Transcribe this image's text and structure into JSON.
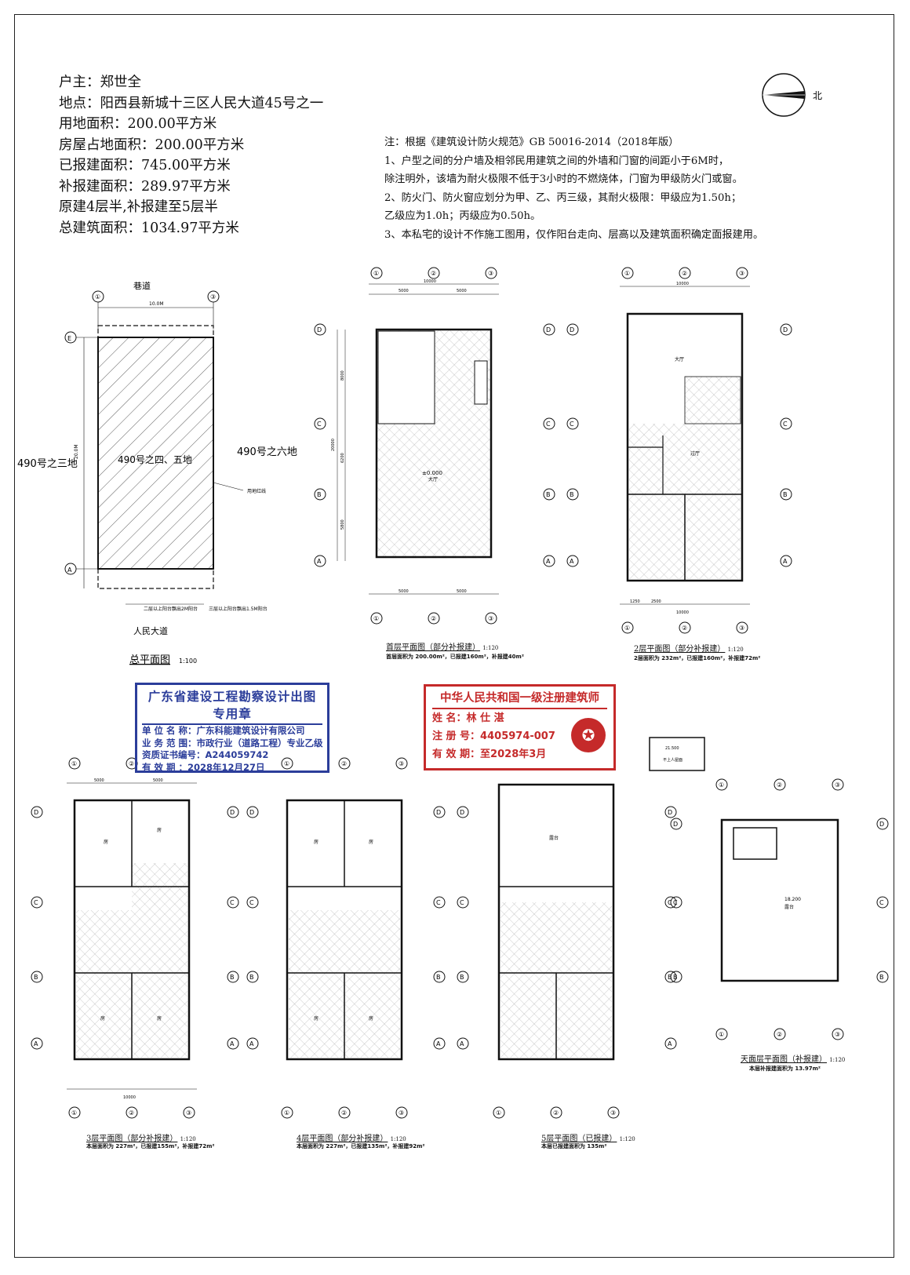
{
  "project": {
    "owner": "户主：郑世全",
    "location": "地点：阳西县新城十三区人民大道45号之一",
    "land_area": "用地面积：200.00平方米",
    "footprint_area": "房屋占地面积：200.00平方米",
    "reported_area": "已报建面积：745.00平方米",
    "supplement_area": "补报建面积：289.97平方米",
    "floors_note": "原建4层半,补报建至5层半",
    "total_area": "总建筑面积：1034.97平方米"
  },
  "notes": {
    "line1": "注：根据《建筑设计防火规范》GB 50016-2014（2018年版）",
    "line2": "1、户型之间的分户墙及相邻民用建筑之间的外墙和门窗的间距小于6M时，",
    "line3": "除注明外，该墙为耐火极限不低于3小时的不燃烧体，门窗为甲级防火门或窗。",
    "line4": "2、防火门、防火窗应划分为甲、乙、丙三级，其耐火极限：甲级应为1.50h；",
    "line5": "乙级应为1.0h；丙级应为0.50h。",
    "line6": "3、本私宅的设计不作施工图用，仅作阳台走向、层高以及建筑面积确定面报建用。"
  },
  "north_label": "北",
  "site_plan": {
    "top_road": "巷道",
    "bottom_road": "人民大道",
    "left_neighbor": "490号之三地",
    "right_neighbor": "490号之六地",
    "lot_label": "490号之四、五地",
    "boundary_label": "用地红线",
    "balcony_note_1": "二层以上阳台飘出2M阳台",
    "balcony_note_2": "三层以上阳台飘出1.5M阳台",
    "title": "总平面图",
    "scale": "1:100",
    "dim_top": "10.0M",
    "dim_side": "20.0M"
  },
  "grid": {
    "one": "①",
    "two": "②",
    "three": "③",
    "A": "A",
    "B": "B",
    "C": "C",
    "D": "D",
    "E": "E"
  },
  "dims": {
    "d10000": "10000",
    "d5000": "5000",
    "d20000": "20000",
    "d8000": "8000",
    "d6200": "6200",
    "d5800": "5800",
    "d1250": "1250",
    "d2500": "2500"
  },
  "floor1": {
    "title": "首层平面图（部分补报建）",
    "scale": "1:120",
    "sub": "首层面积为 200.00m²，已报建160m²，补报建40m²",
    "room": "大厅",
    "elev": "±0.000"
  },
  "floor2": {
    "title": "2层平面图（部分补报建）",
    "scale": "1:120",
    "sub": "2层面积为 232m²，已报建160m²，补报建72m²",
    "room": "大厅",
    "hall": "过厅"
  },
  "floor3": {
    "title": "3层平面图（部分补报建）",
    "scale": "1:120",
    "sub": "本层面积为 227m²，已报建155m²，补报建72m²",
    "room": "房"
  },
  "floor4": {
    "title": "4层平面图（部分补报建）",
    "scale": "1:120",
    "sub": "本层面积为 227m²，已报建135m²，补报建92m²",
    "room": "房"
  },
  "floor5": {
    "title": "5层平面图（已报建）",
    "scale": "1:120",
    "sub": "本层已报建面积为 135m²",
    "terrace": "露台"
  },
  "roof": {
    "title": "天面层平面图（补报建）",
    "scale": "1:120",
    "sub": "本层补报建面积为 13.97m²",
    "terrace": "露台",
    "elev": "18.200",
    "small_box": "不上人屋面",
    "small_elev": "21.500"
  },
  "stamp_blue": {
    "title": "广东省建设工程勘察设计出图专用章",
    "unit": "单 位 名 称：广东科能建筑设计有限公司",
    "scope": "业 务 范 围：市政行业（道路工程）专业乙级",
    "cert": "资质证书编号：A244059742",
    "valid": "有 效 期 ：2028年12月27日"
  },
  "stamp_red": {
    "title": "中华人民共和国一级注册建筑师",
    "name": "姓    名：林 仕 湛",
    "reg": "注 册 号：4405974-007",
    "valid": "有 效 期：至2028年3月"
  }
}
